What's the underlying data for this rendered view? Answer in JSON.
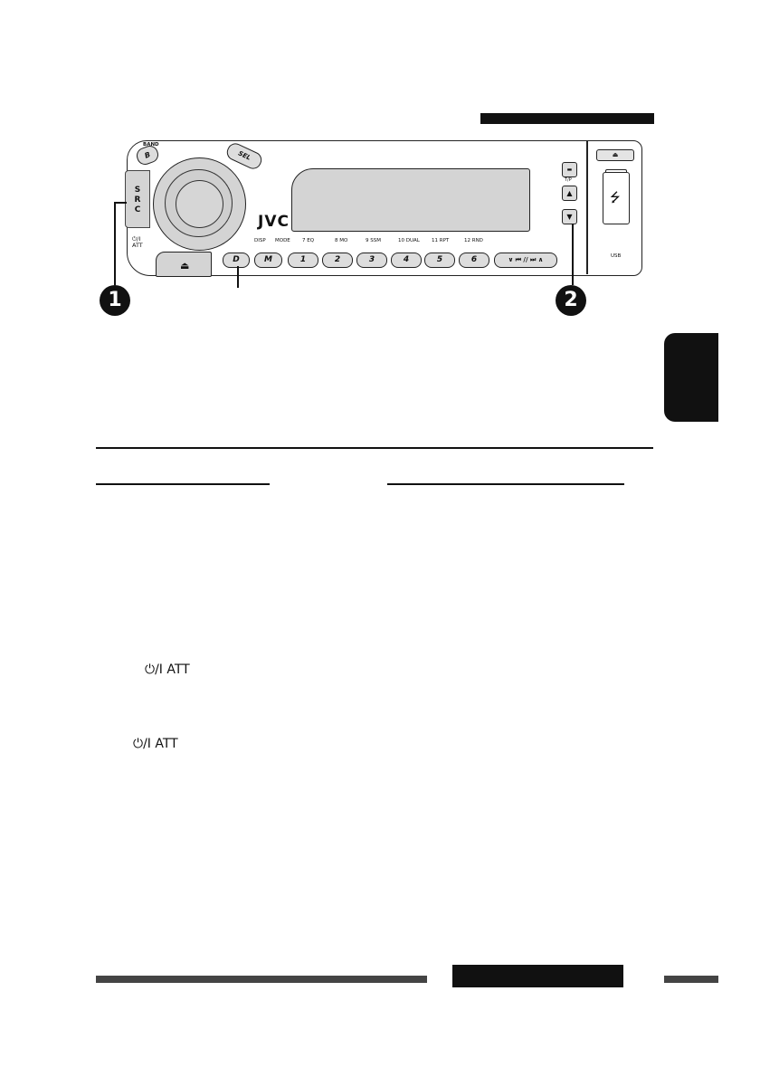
{
  "radio": {
    "band_label": "BAND",
    "b_button": "B",
    "sel_button": "SEL",
    "src_letters": [
      "S",
      "R",
      "C"
    ],
    "att_label_1": "⏻/I",
    "att_label_2": "ATT",
    "brand": "JVC",
    "function_labels": [
      "DISP",
      "MODE",
      "7  EQ",
      "8  MO",
      "9  SSM",
      "10  DUAL",
      "11  RPT",
      "12  RND"
    ],
    "d_button": "D",
    "m_button": "M",
    "preset_buttons": [
      "1",
      "2",
      "3",
      "4",
      "5",
      "6"
    ],
    "skip_button": "∨ ⏮ // ⏭ ∧",
    "tp_label": "T/P",
    "usb_label": "USB"
  },
  "callouts": {
    "one": "1",
    "two": "2"
  },
  "text": {
    "att_line_1": "⏻/I ATT",
    "att_line_2": "⏻/I ATT"
  }
}
